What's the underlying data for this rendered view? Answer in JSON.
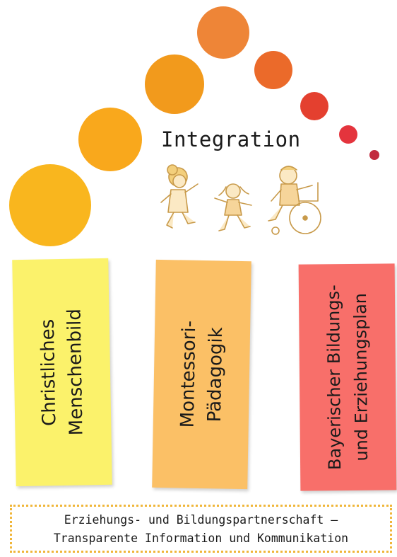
{
  "title": "Integration",
  "circles": [
    {
      "color": "#f9b61e"
    },
    {
      "color": "#f9a81c"
    },
    {
      "color": "#f29a1c"
    },
    {
      "color": "#ee8537"
    },
    {
      "color": "#eb6a2a"
    },
    {
      "color": "#e4402f"
    },
    {
      "color": "#e4343d"
    },
    {
      "color": "#c22a3e"
    }
  ],
  "illustration": {
    "name": "children-playing-illustration"
  },
  "pillars": [
    {
      "line1": "Christliches",
      "line2": "Menschenbild",
      "color": "#fbf26b"
    },
    {
      "line1": "Montessori-",
      "line2": "Pädagogik",
      "color": "#fbc066"
    },
    {
      "line1": "Bayerischer Bildungs-",
      "line2": "und Erziehungsplan",
      "color": "#f86f6a"
    }
  ],
  "footer": {
    "line1": "Erziehungs- und Bildungspartnerschaft –",
    "line2": "Transparente Information und Kommunikation",
    "border_color": "#f0b63a"
  }
}
